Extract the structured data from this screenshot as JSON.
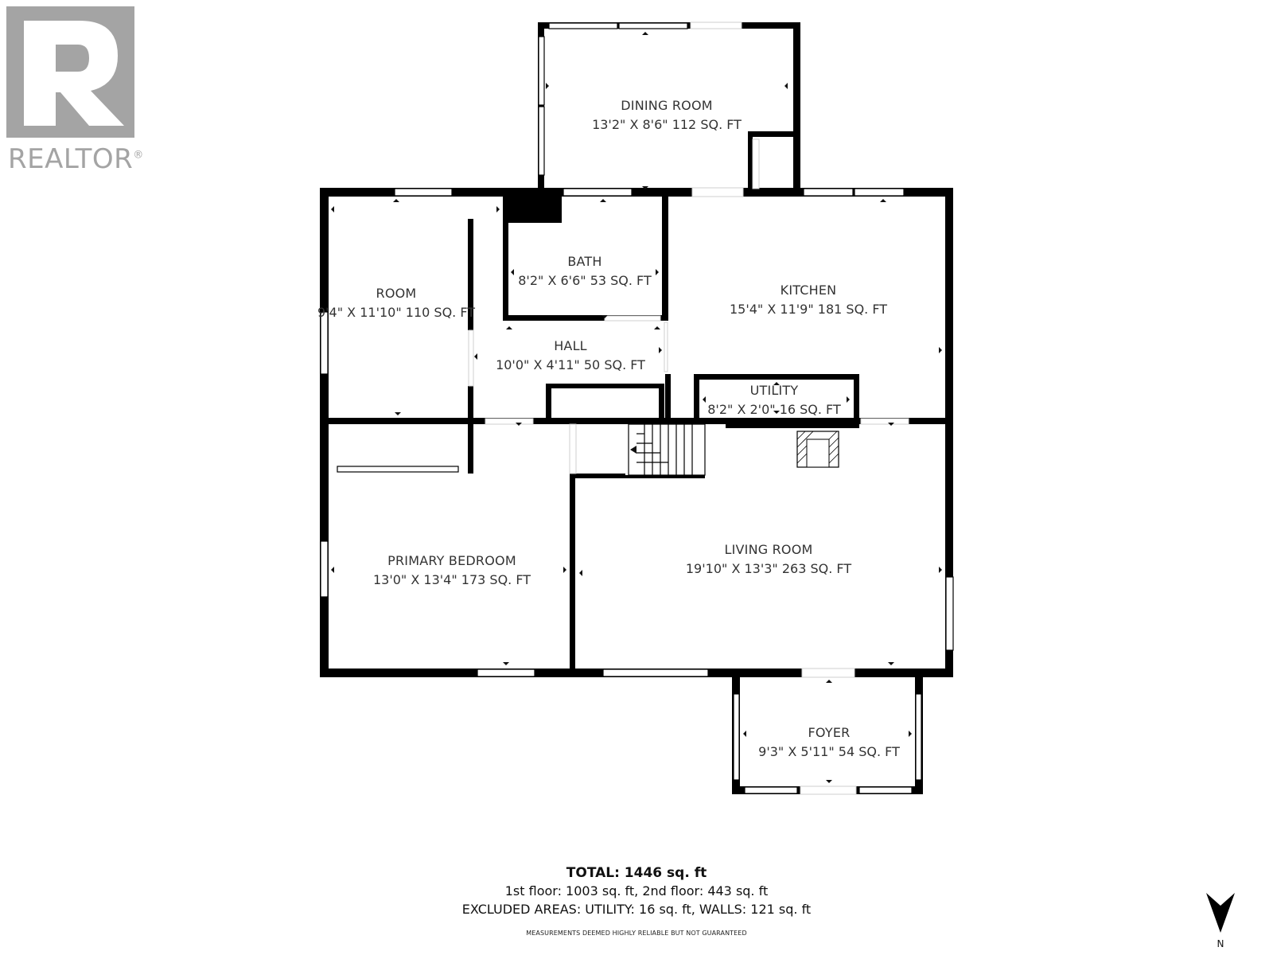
{
  "logo": {
    "brand": "REALTOR",
    "mark": "®",
    "colour": "#a4a4a4"
  },
  "rooms": {
    "dining": {
      "name": "DINING ROOM",
      "dims": "13'2\" X 8'6\" 112 SQ. FT"
    },
    "room": {
      "name": "ROOM",
      "dims": "9'4\" X 11'10\" 110 SQ. FT"
    },
    "bath": {
      "name": "BATH",
      "dims": "8'2\" X 6'6\" 53 SQ. FT"
    },
    "kitchen": {
      "name": "KITCHEN",
      "dims": "15'4\" X 11'9\" 181 SQ. FT"
    },
    "hall": {
      "name": "HALL",
      "dims": "10'0\" X 4'11\" 50 SQ. FT"
    },
    "utility": {
      "name": "UTILITY",
      "dims": "8'2\" X 2'0\" 16 SQ. FT"
    },
    "primary": {
      "name": "PRIMARY BEDROOM",
      "dims": "13'0\" X 13'4\" 173 SQ. FT"
    },
    "living": {
      "name": "LIVING ROOM",
      "dims": "19'10\" X 13'3\" 263 SQ. FT"
    },
    "foyer": {
      "name": "FOYER",
      "dims": "9'3\" X 5'11\" 54 SQ. FT"
    }
  },
  "summary": {
    "total": "TOTAL: 1446 sq. ft",
    "floors": "1st floor: 1003 sq. ft, 2nd floor: 443 sq. ft",
    "excluded": "EXCLUDED AREAS: UTILITY: 16 sq. ft, WALLS: 121 sq. ft",
    "disclaimer": "MEASUREMENTS DEEMED HIGHLY RELIABLE BUT NOT GUARANTEED"
  },
  "compass": {
    "label": "N",
    "icon": "north-arrow-icon"
  }
}
